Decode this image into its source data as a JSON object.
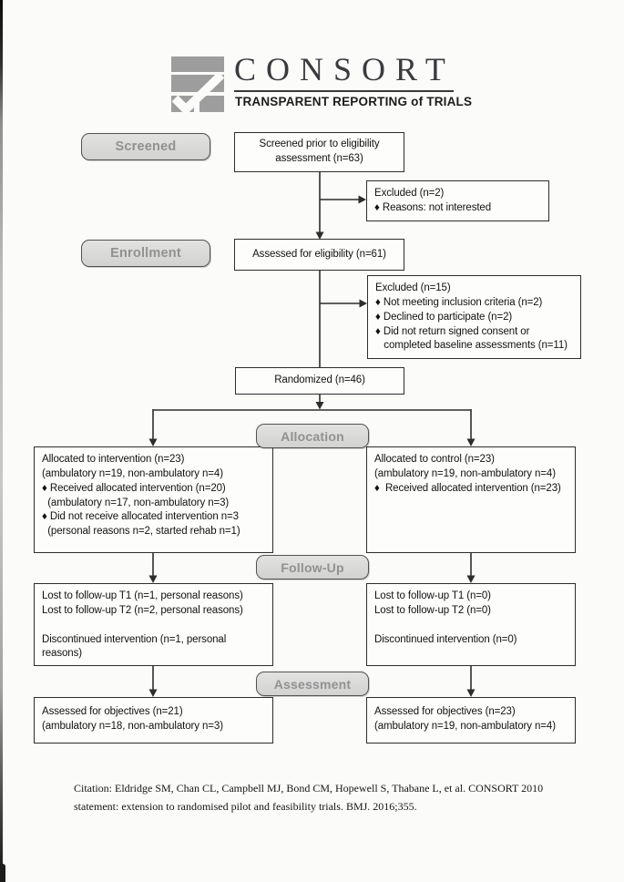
{
  "logo": {
    "wordmark": "CONSORT",
    "tagline": "TRANSPARENT REPORTING of TRIALS",
    "icon": "consort-checkmark-icon",
    "bar_color": "#9d9d9d",
    "wordmark_color": "#3b3b3f"
  },
  "stages": {
    "screened": "Screened",
    "enrollment": "Enrollment",
    "allocation": "Allocation",
    "followup": "Follow-Up",
    "assessment": "Assessment"
  },
  "boxes": {
    "screened_prior": "Screened prior to eligibility\nassessment (n=63)",
    "excluded_screening": "Excluded (n=2)\n♦ Reasons: not interested",
    "assessed_eligibility": "Assessed for eligibility (n=61)",
    "excluded_eligibility": "Excluded (n=15)\n♦ Not meeting inclusion criteria (n=2)\n♦ Declined to participate (n=2)\n♦ Did not return signed consent or\n   completed baseline assessments (n=11)",
    "randomized": "Randomized (n=46)",
    "allocated_intervention": "Allocated to intervention (n=23)\n(ambulatory n=19, non-ambulatory n=4)\n♦ Received allocated intervention (n=20)\n  (ambulatory n=17, non-ambulatory n=3)\n♦ Did not receive allocated intervention n=3\n  (personal reasons n=2, started rehab n=1)",
    "allocated_control": "Allocated to control (n=23)\n(ambulatory n=19, non-ambulatory n=4)\n♦  Received allocated intervention (n=23)",
    "followup_intervention": "Lost to follow-up T1 (n=1, personal reasons)\nLost to follow-up T2 (n=2, personal reasons)\n\nDiscontinued intervention (n=1, personal reasons)",
    "followup_control": "Lost to follow-up T1 (n=0)\nLost to follow-up T2 (n=0)\n\nDiscontinued intervention (n=0)",
    "assessed_intervention": "Assessed for objectives (n=21)\n(ambulatory n=18, non-ambulatory n=3)",
    "assessed_control": "Assessed for objectives (n=23)\n(ambulatory n=19, non-ambulatory n=4)"
  },
  "citation": "Citation: Eldridge SM, Chan CL, Campbell MJ, Bond CM, Hopewell S, Thabane L, et al. CONSORT 2010\nstatement: extension to randomised pilot and feasibility trials. BMJ. 2016;355.",
  "colors": {
    "stage_fill": "#d8d8d8",
    "stage_border": "#515151",
    "stage_text": "#919191",
    "box_border": "#2d2d2d",
    "connector": "#2d2d2d",
    "paper": "#fbfbf9"
  }
}
